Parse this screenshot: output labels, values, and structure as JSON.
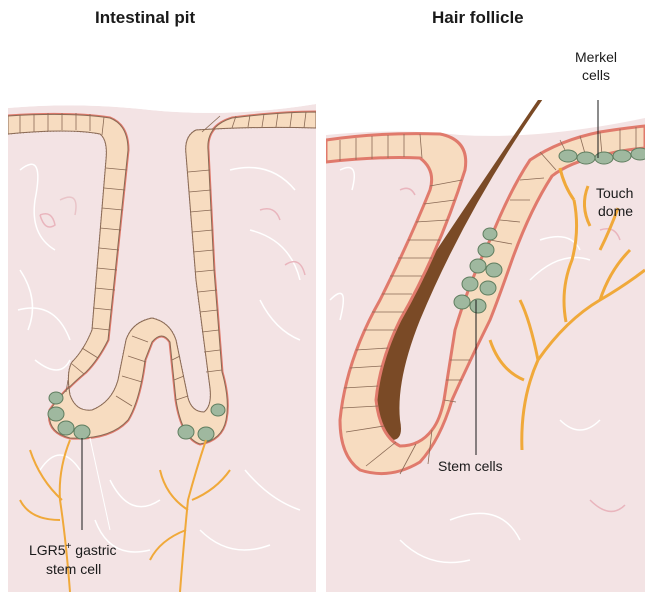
{
  "panels": {
    "left": {
      "title": "Intestinal pit"
    },
    "right": {
      "title": "Hair follicle"
    }
  },
  "labels": {
    "lgr5_line1_prefix": "LGR5",
    "lgr5_superscript": "+",
    "lgr5_line1_suffix": " gastric",
    "lgr5_line2": "stem cell",
    "merkel_line1": "Merkel",
    "merkel_line2": "cells",
    "touch_line1": "Touch",
    "touch_line2": "dome",
    "stem_cells": "Stem cells"
  },
  "colors": {
    "tissue": "#f3e3e4",
    "membrane": "#e07a6c",
    "cell_fill": "#f7dcc0",
    "cell_stroke": "#8a6a55",
    "stem_cell": "#9fb89f",
    "hair_shaft": "#7a4a26",
    "nerve": "#f0a93a"
  }
}
